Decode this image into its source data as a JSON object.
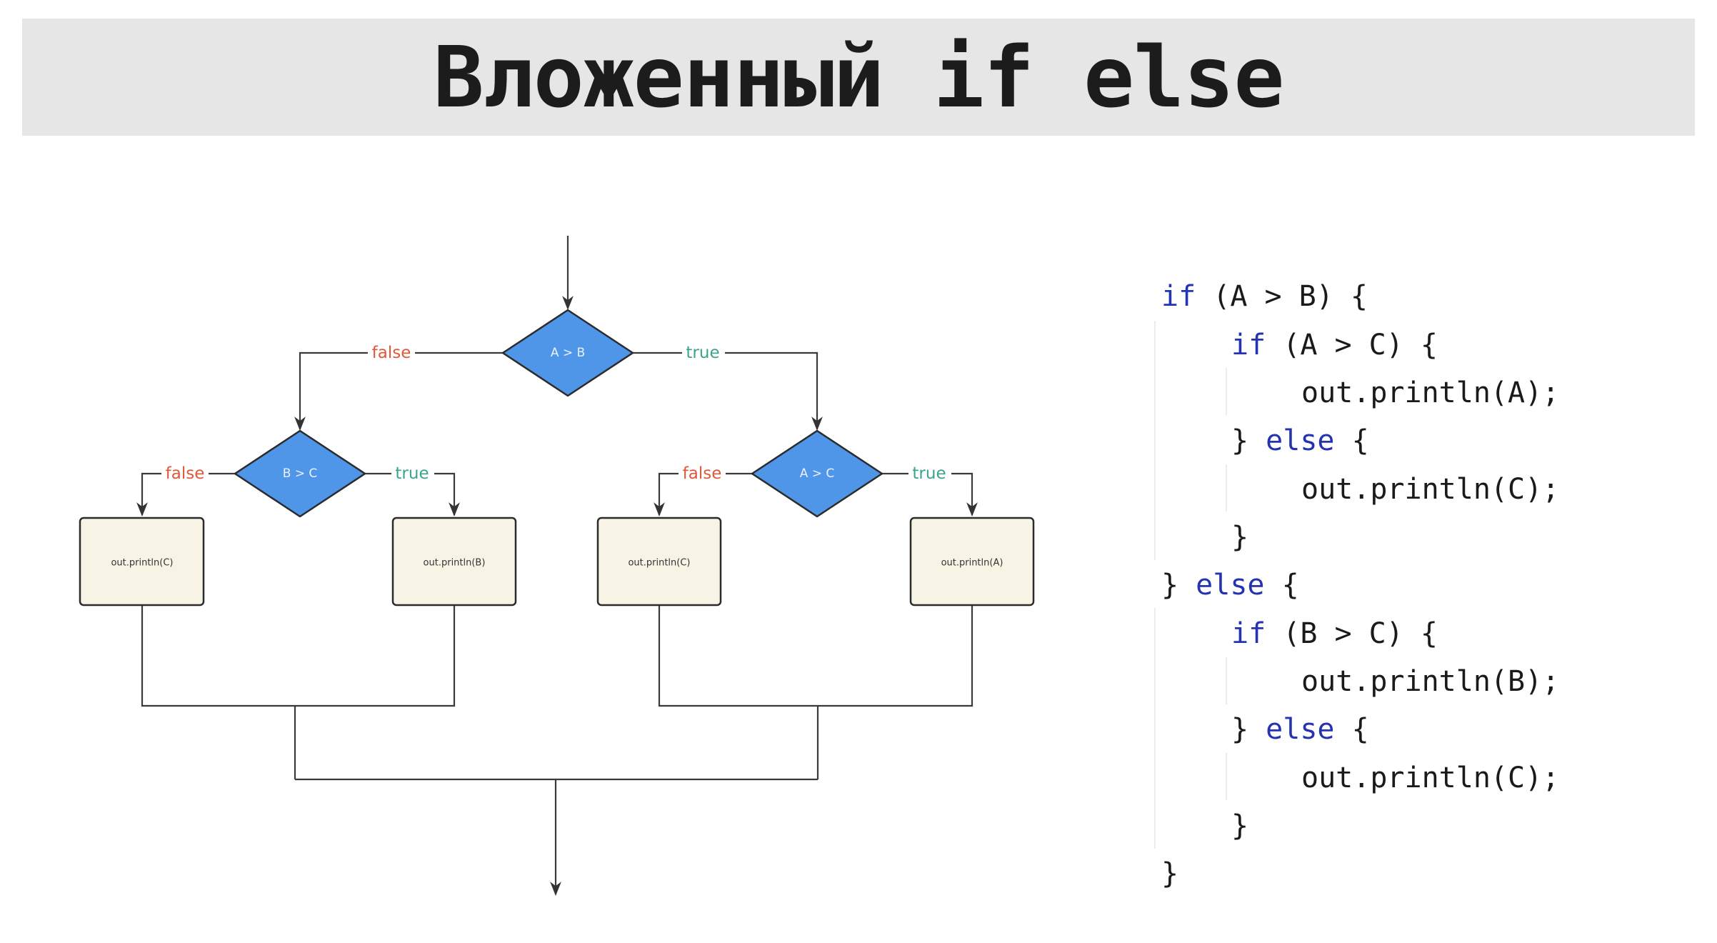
{
  "header": {
    "title": "Вложенный if else"
  },
  "colors": {
    "decision": "#4f95e8",
    "process": "#f7f4e6",
    "false": "#e0583a",
    "true": "#3aa58a",
    "keyword": "#2434b0"
  },
  "flowchart": {
    "decisions": [
      "A > B",
      "B > C",
      "A > C"
    ],
    "branch_false": "false",
    "branch_true": "true",
    "boxes": [
      "out.println(C)",
      "out.println(B)",
      "out.println(C)",
      "out.println(A)"
    ]
  },
  "code": {
    "lines": [
      {
        "kw": "if",
        "rest": " (A > B) {"
      },
      {
        "kw": "if",
        "rest": " (A > C) {"
      },
      {
        "pre": "out.println(A);"
      },
      {
        "pre": "} ",
        "kw": "else",
        "rest": " {"
      },
      {
        "pre": "out.println(C);"
      },
      {
        "pre": "}"
      },
      {
        "pre": "} ",
        "kw": "else",
        "rest": " {"
      },
      {
        "kw": "if",
        "rest": " (B > C) {"
      },
      {
        "pre": "out.println(B);"
      },
      {
        "pre": "} ",
        "kw": "else",
        "rest": " {"
      },
      {
        "pre": "out.println(C);"
      },
      {
        "pre": "}"
      },
      {
        "pre": "}"
      }
    ]
  }
}
